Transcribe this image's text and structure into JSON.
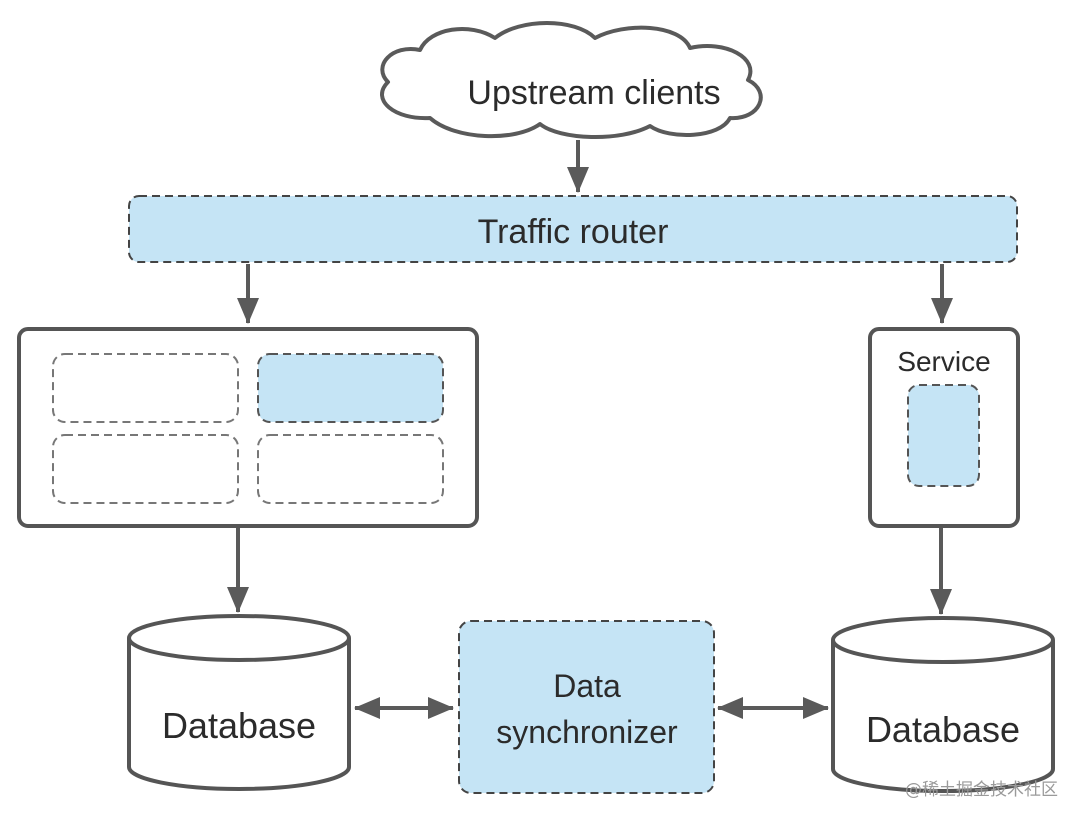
{
  "colors": {
    "stroke": "#5a5a5a",
    "fill_blue": "#c5e4f5",
    "text": "#2b2b2b",
    "background": "#ffffff"
  },
  "cloud": {
    "label": "Upstream clients"
  },
  "router": {
    "label": "Traffic router"
  },
  "service": {
    "label": "Service"
  },
  "sync": {
    "line1": "Data",
    "line2": "synchronizer"
  },
  "db_left": {
    "label": "Database"
  },
  "db_right": {
    "label": "Database"
  },
  "watermark": "@稀土掘金技术社区"
}
